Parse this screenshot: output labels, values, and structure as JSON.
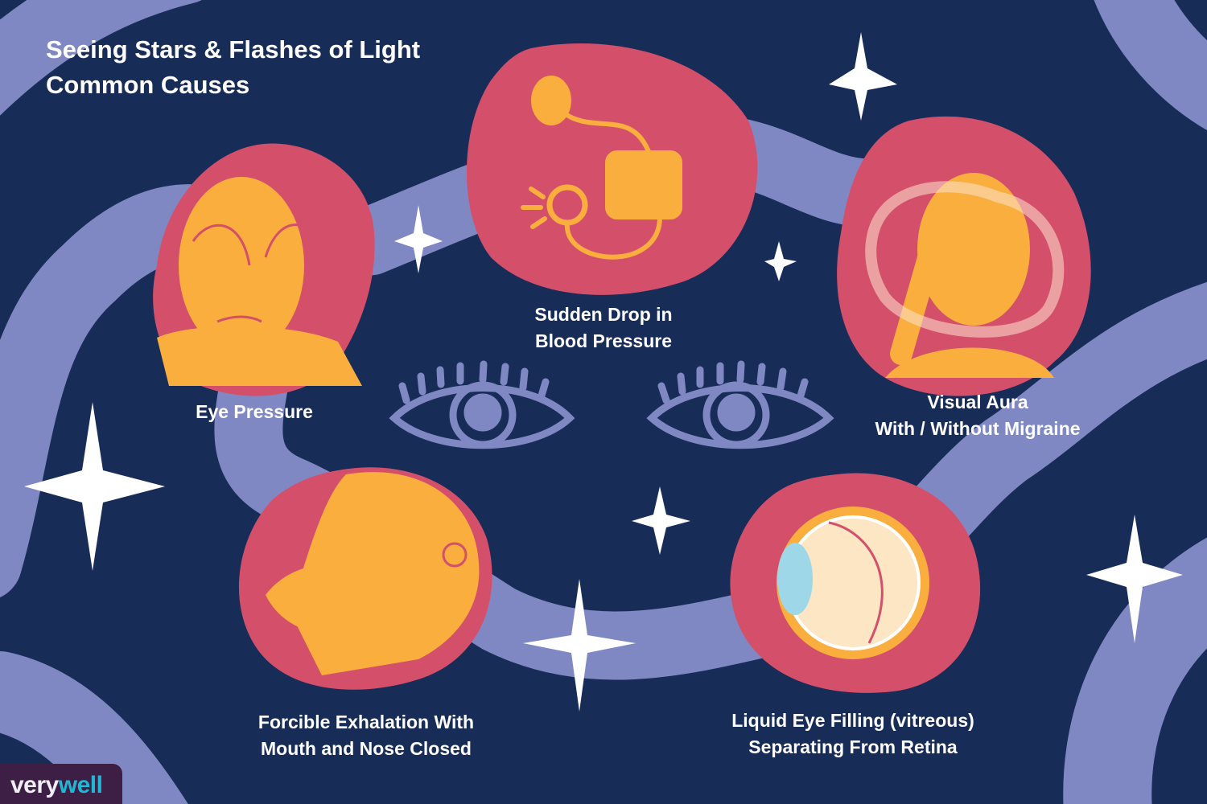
{
  "title": {
    "line1": "Seeing Stars & Flashes of Light",
    "line2": "Common Causes"
  },
  "causes": [
    {
      "id": "eye-pressure",
      "label_line1": "Eye Pressure",
      "label_line2": "",
      "icon": "person-rubbing-eyes-icon"
    },
    {
      "id": "blood-pressure",
      "label_line1": "Sudden Drop in",
      "label_line2": "Blood Pressure",
      "icon": "blood-pressure-cuff-icon"
    },
    {
      "id": "visual-aura",
      "label_line1": "Visual Aura",
      "label_line2": "With / Without Migraine",
      "icon": "person-with-migraine-icon"
    },
    {
      "id": "forcible-exhalation",
      "label_line1": "Forcible Exhalation With",
      "label_line2": "Mouth and Nose Closed",
      "icon": "person-pinching-nose-icon"
    },
    {
      "id": "vitreous",
      "label_line1": "Liquid Eye Filling (vitreous)",
      "label_line2": "Separating From Retina",
      "icon": "eyeball-cross-section-icon"
    }
  ],
  "center_icon": "eyes-icon",
  "logo": {
    "part1": "very",
    "part2": "well"
  },
  "colors": {
    "background": "#182c58",
    "river": "#8088c4",
    "blob": "#d4506a",
    "figure": "#f9ae3e",
    "text": "#ffffff",
    "logo_bg": "#3d1f45",
    "logo_accent": "#1fb8d4"
  }
}
